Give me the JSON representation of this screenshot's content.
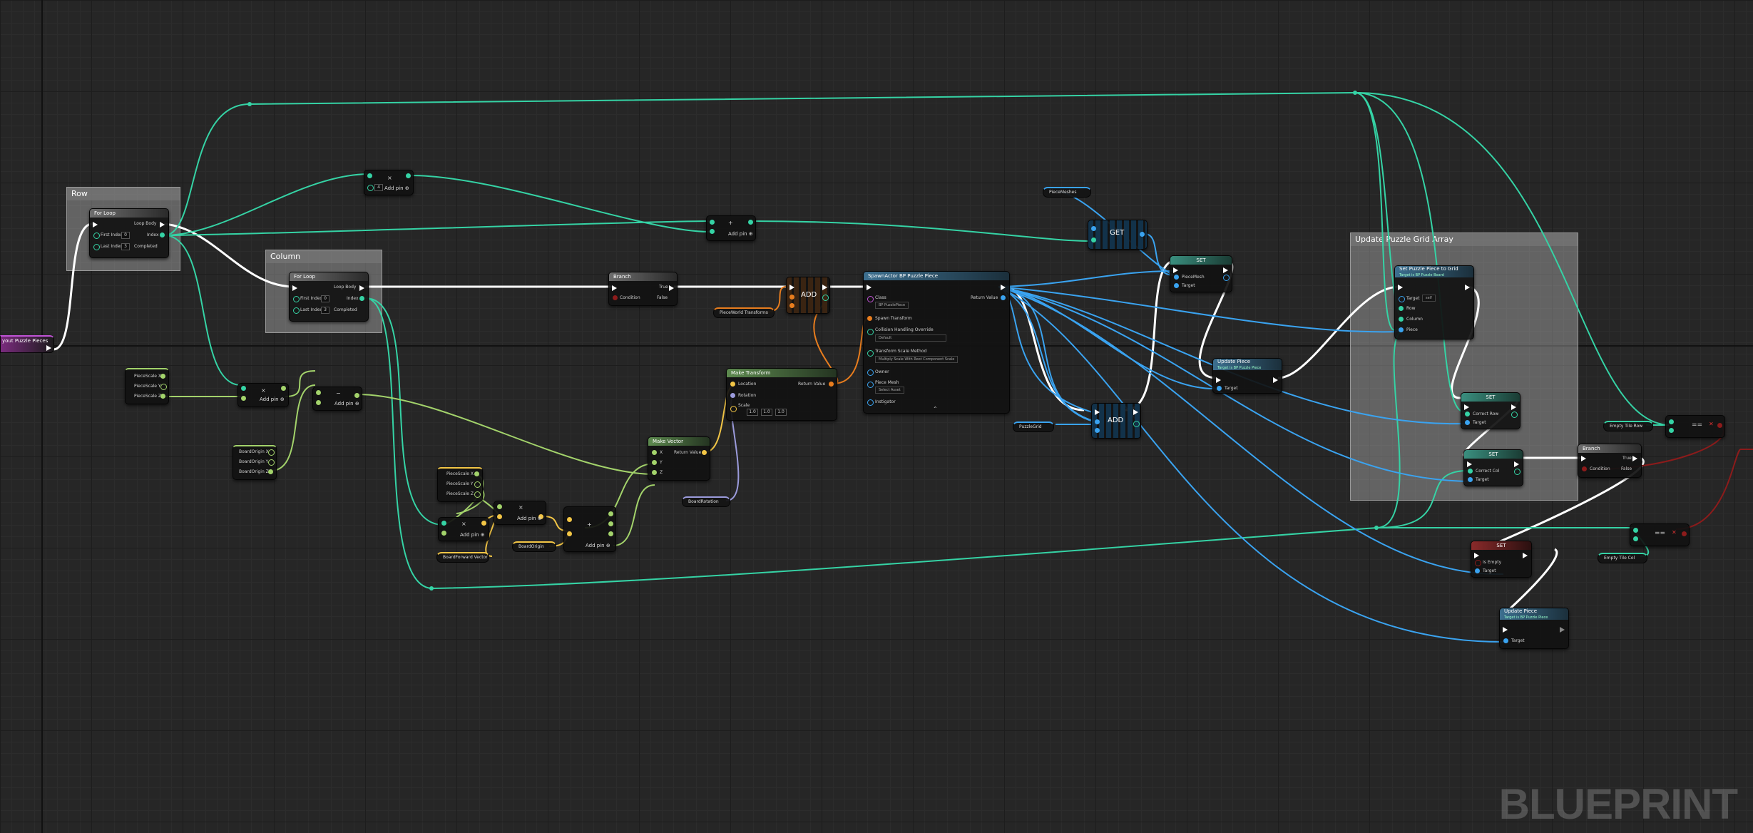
{
  "watermark": "BLUEPRINT",
  "comments": {
    "row": "Row",
    "column": "Column",
    "update_grid": "Update Puzzle Grid Array"
  },
  "event": {
    "label": "yout Puzzle Pieces"
  },
  "for_loop_row": {
    "title": "For Loop",
    "loop_body": "Loop Body",
    "first_index": "First Index",
    "first_index_value": "0",
    "index": "Index",
    "last_index": "Last Index",
    "last_index_value": "3",
    "completed": "Completed"
  },
  "for_loop_col": {
    "title": "For Loop",
    "loop_body": "Loop Body",
    "first_index": "First Index",
    "first_index_value": "0",
    "index": "Index",
    "last_index": "Last Index",
    "last_index_value": "3",
    "completed": "Completed"
  },
  "add_pin": "Add pin ⊕",
  "multiply_top": {
    "value": "4",
    "symbol": "×"
  },
  "add_top": {
    "symbol": "+"
  },
  "branch_main": {
    "title": "Branch",
    "condition": "Condition",
    "true": "True",
    "false": "False"
  },
  "add_array_1": {
    "label": "ADD"
  },
  "get_node": {
    "label": "GET"
  },
  "piece_meshes": "PieceMeshes",
  "piece_world_transforms": "PieceWorld Transforms",
  "spawn": {
    "title": "SpawnActor BP Puzzle Piece",
    "class_label": "Class",
    "class_value": "BP PuzzlePiece",
    "return_value": "Return Value",
    "spawn_transform": "Spawn Transform",
    "collision_label": "Collision Handling Override",
    "collision_value": "Default",
    "scale_method_label": "Transform Scale Method",
    "scale_method_value": "Multiply Scale With Root Component Scale",
    "owner": "Owner",
    "piece_mesh": "Piece Mesh",
    "piece_mesh_value": "Select Asset",
    "instigator": "Instigator"
  },
  "make_transform": {
    "title": "Make Transform",
    "location": "Location",
    "rotation": "Rotation",
    "scale": "Scale",
    "return_value": "Return Value",
    "sx": "1.0",
    "sy": "1.0",
    "sz": "1.0"
  },
  "make_vector": {
    "title": "Make Vector",
    "x": "X",
    "y": "Y",
    "z": "Z",
    "return_value": "Return Value"
  },
  "piece_scale_vars": [
    "PieceScale X",
    "PieceScale Y",
    "PieceScale Z"
  ],
  "board_origin_vars": [
    "BoardOrigin X",
    "BoardOrigin Y",
    "BoardOrigin Z"
  ],
  "piece_scale_vars_2": [
    "PieceScale X",
    "PieceScale Y",
    "PieceScale Z"
  ],
  "board_forward": "BoardForward Vector",
  "board_origin": "BoardOrigin",
  "board_rotation": "BoardRotation",
  "puzzle_grid": "PuzzleGrid",
  "set_mesh": {
    "title": "SET",
    "piece_mesh": "PieceMesh",
    "target": "Target"
  },
  "update_piece_1": {
    "title": "Update Piece",
    "subtitle": "Target is BP Puzzle Piece",
    "target": "Target"
  },
  "add_array_2": {
    "label": "ADD"
  },
  "set_piece_grid": {
    "title": "Set Puzzle Piece to Grid",
    "subtitle": "Target is BP Puzzle Board",
    "target": "Target",
    "target_value": "self",
    "row": "Row",
    "column": "Column",
    "piece": "Piece"
  },
  "set_correct_row": {
    "title": "SET",
    "field": "Correct Row",
    "target": "Target"
  },
  "set_correct_col": {
    "title": "SET",
    "field": "Correct Col",
    "target": "Target"
  },
  "branch_right": {
    "title": "Branch",
    "condition": "Condition",
    "true": "True",
    "false": "False"
  },
  "empty_tile_row": "Empty Tile Row",
  "empty_tile_col": "Empty Tile Col",
  "equal_1": "==",
  "equal_2": "==",
  "set_is_empty": {
    "title": "SET",
    "field": "Is Empty",
    "target": "Target"
  },
  "update_piece_2": {
    "title": "Update Piece",
    "subtitle": "Target is BP Puzzle Piece",
    "target": "Target"
  },
  "colors": {
    "exec": "#ffffff",
    "integer": "#35d3a5",
    "float": "#a3d36b",
    "vector": "#f3c646",
    "object": "#3aa3f0",
    "struct": "#e87d1e",
    "rotator": "#9b9bdc",
    "boolean": "#8c1b1b",
    "string_pink": "#c053d6"
  }
}
